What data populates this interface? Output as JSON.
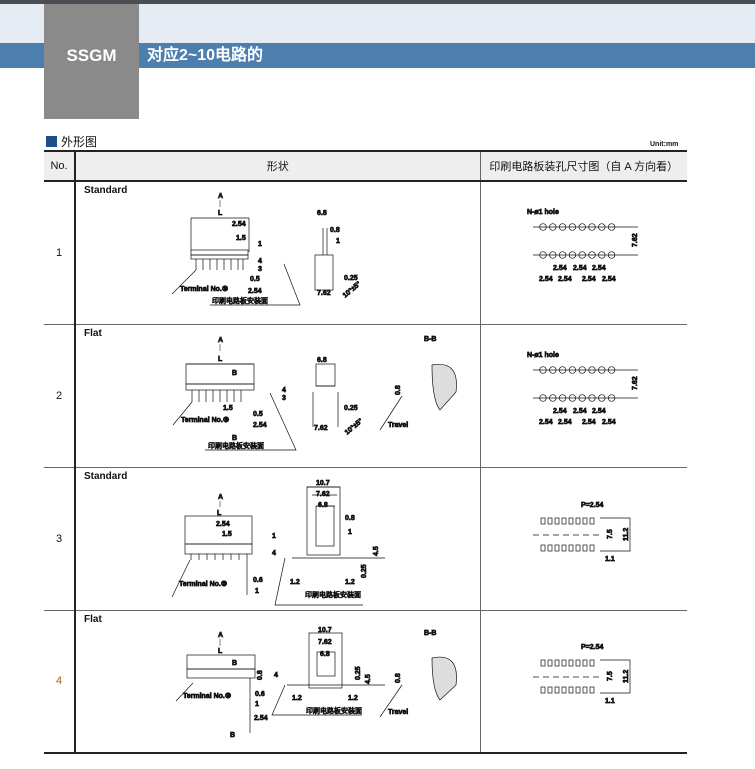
{
  "header": {
    "model": "SSGM",
    "subtitle": "对应2~10电路的"
  },
  "section": {
    "title": "外形图",
    "unit": "Unit:mm"
  },
  "table": {
    "headers": [
      "No.",
      "形状",
      "印刷电路板装孔尺寸图（自 A 方向看）"
    ],
    "rows": [
      {
        "no": "1",
        "type": "Standard"
      },
      {
        "no": "2",
        "type": "Flat"
      },
      {
        "no": "3",
        "type": "Standard"
      },
      {
        "no": "4",
        "type": "Flat"
      }
    ]
  },
  "labels": {
    "A": "A",
    "L": "L",
    "B": "B",
    "BB": "B-B",
    "terminal": "Terminal No.⑨",
    "mount": "印刷电路板安装面",
    "travel": "Travel",
    "angle": "10°±5°",
    "hole": "N-ø1 hole",
    "pitch": "P=2.54",
    "d254": "2.54",
    "d15": "1.5",
    "d1": "1",
    "d4": "4",
    "d3": "3",
    "d05": "0.5",
    "d68": "6.8",
    "d08": "0.8",
    "d025": "0.25",
    "d762": "7.62",
    "d107": "10.7",
    "d12": "1.2",
    "d45": "4.5",
    "d06": "0.6",
    "d75": "7.5",
    "d112": "11.2",
    "d11": "1.1"
  }
}
